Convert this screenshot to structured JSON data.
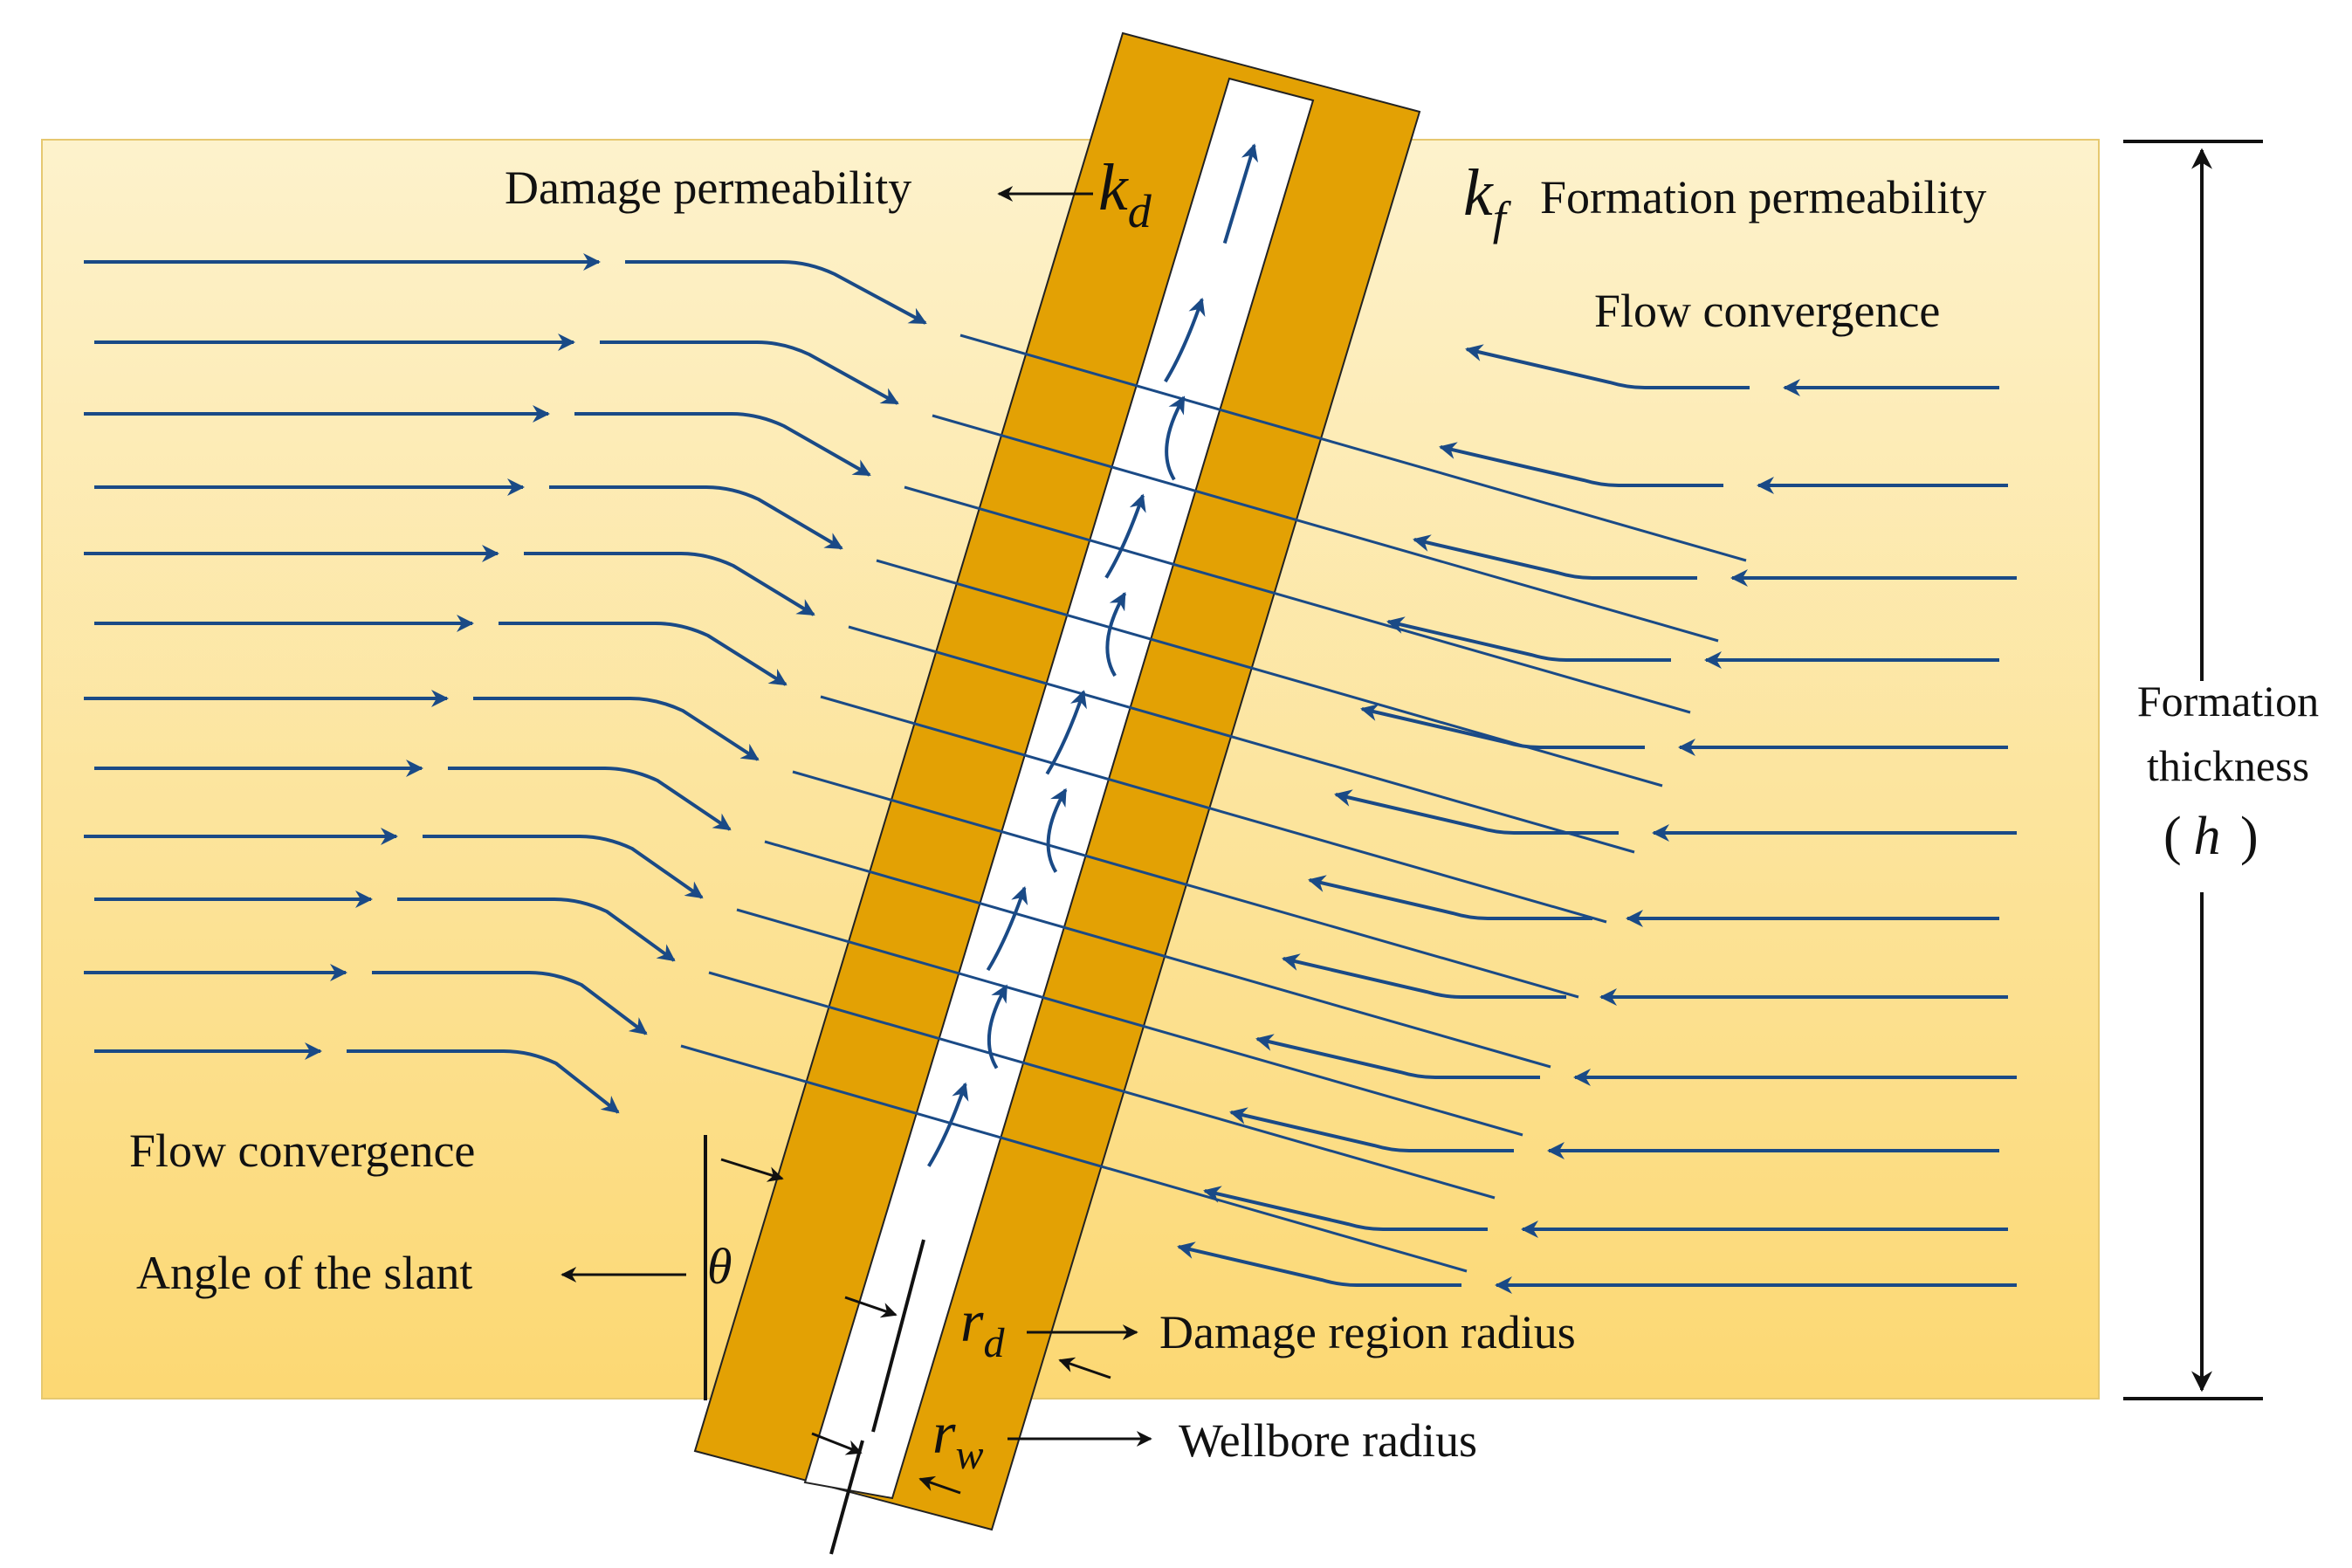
{
  "labels": {
    "damage_permeability": "Damage permeability",
    "kd_main": "k",
    "kd_sub": "d",
    "kf_main": "k",
    "kf_sub": "f",
    "formation_permeability": "Formation permeability",
    "flow_convergence_right": "Flow convergence",
    "flow_convergence_left": "Flow convergence",
    "angle_of_slant": "Angle of the slant",
    "theta": "θ",
    "rd_main": "r",
    "rd_sub": "d",
    "damage_region_radius": "Damage region radius",
    "rw_main": "r",
    "rw_sub": "w",
    "wellbore_radius": "Wellbore radius",
    "formation_thickness_line1": "Formation",
    "formation_thickness_line2": "thickness",
    "formation_thickness_symbol": "h"
  },
  "colors": {
    "formation_top": "#fdf2cc",
    "formation_bottom": "#fcd873",
    "damage_zone": "#e3a104",
    "wellbore": "#ffffff",
    "flow_arrow": "#1a4a86",
    "text": "#111111"
  },
  "icons": {
    "flow_arrow": "arrow-right-icon",
    "label_pointer": "arrow-left-icon"
  }
}
